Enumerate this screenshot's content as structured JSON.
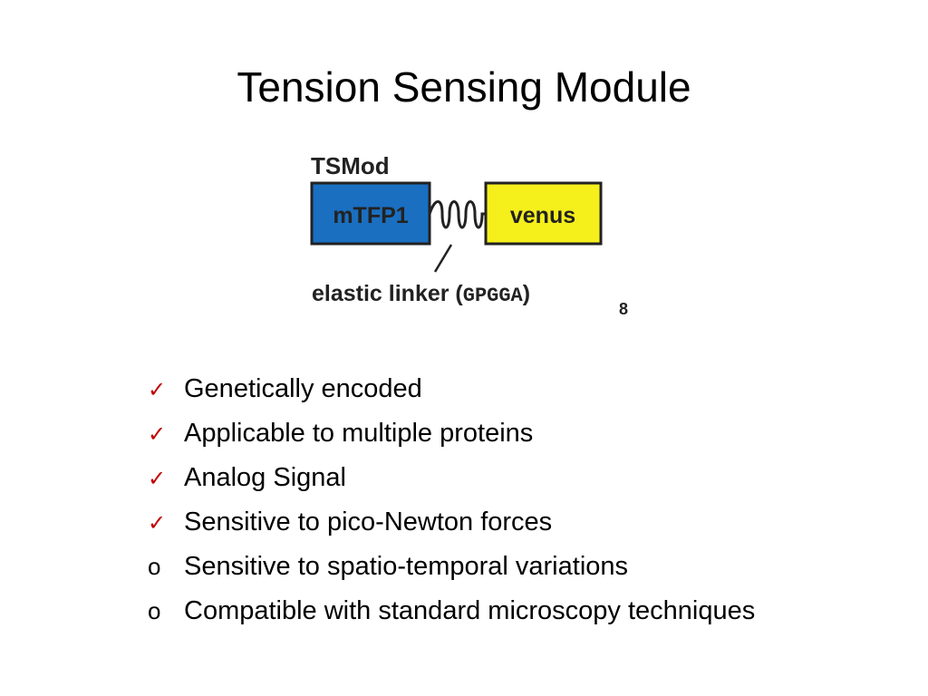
{
  "slide": {
    "title": "Tension Sensing Module"
  },
  "figure": {
    "heading": "TSMod",
    "box_left_label": "mTFP1",
    "box_right_label": "venus",
    "linker_label": "elastic linker (",
    "linker_sequence": "GPGGA",
    "linker_close": ")",
    "linker_subscript": "8",
    "colors": {
      "mtfp1_fill": "#1a6fc0",
      "venus_fill": "#f5ef1c",
      "text": "#222222"
    }
  },
  "bullets": [
    {
      "marker": "check",
      "text": "Genetically encoded"
    },
    {
      "marker": "check",
      "text": "Applicable to multiple proteins"
    },
    {
      "marker": "check",
      "text": "Analog Signal"
    },
    {
      "marker": "check",
      "text": "Sensitive to pico-Newton forces"
    },
    {
      "marker": "circle",
      "text": "Sensitive to spatio-temporal variations"
    },
    {
      "marker": "circle",
      "text": "Compatible with standard microscopy techniques"
    }
  ]
}
